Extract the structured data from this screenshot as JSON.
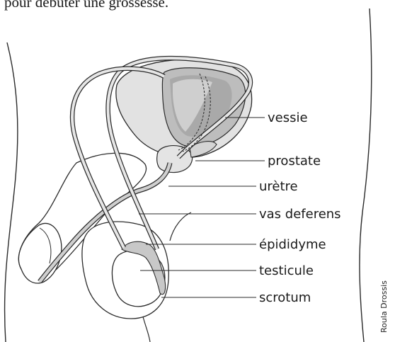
{
  "caption": "pour débuter une grossesse.",
  "labels": {
    "bladder": "vessie",
    "prostate": "prostate",
    "urethra": "urètre",
    "vas_deferens": "vas deferens",
    "epididymis": "épididyme",
    "testicle": "testicule",
    "scrotum": "scrotum"
  },
  "credit": "Roula Drossis",
  "colors": {
    "outline": "#2a2a2a",
    "tissue_light": "#dedede",
    "tissue_mid": "#c4c4c4",
    "tissue_dark": "#a8a8a8",
    "background": "#ffffff"
  }
}
